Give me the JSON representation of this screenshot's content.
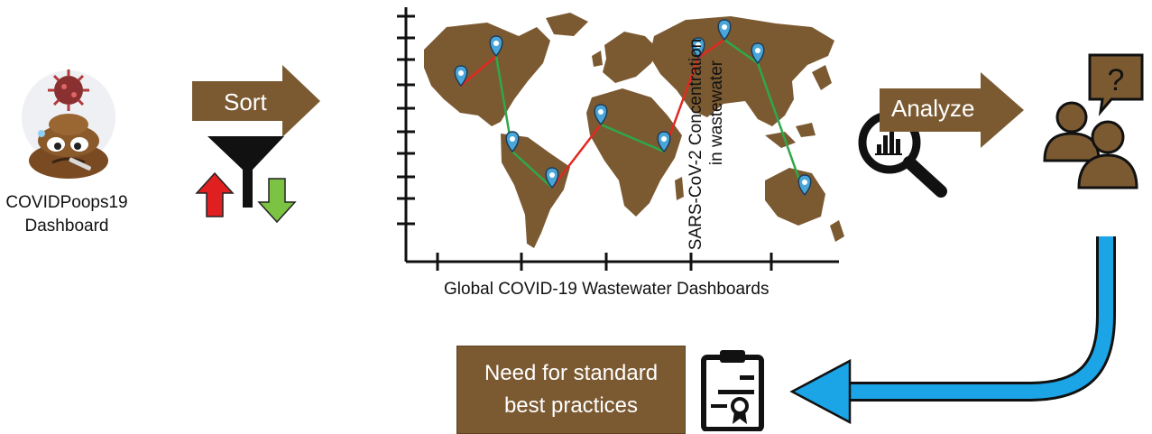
{
  "logo": {
    "name_line1": "COVIDPoops19",
    "name_line2": "Dashboard"
  },
  "sort_arrow": {
    "label": "Sort"
  },
  "chart": {
    "ylabel_line1": "SARS-CoV-2 Concentration",
    "ylabel_line2": "in wastewater",
    "xlabel": "Global COVID-19 Wastewater Dashboards"
  },
  "analyze_arrow": {
    "label": "Analyze"
  },
  "result_box": {
    "line1": "Need for standard",
    "line2": "best practices"
  },
  "colors": {
    "brown": "#7B5A32",
    "up_arrow": "#E02020",
    "down_arrow": "#7CC243",
    "line_up": "#E02A20",
    "line_down": "#2EA84A",
    "pin": "#4AA6D8",
    "loop_arrow": "#1BA4E6"
  },
  "icons": {
    "logo": "poop-emoji-with-virus-icon",
    "filter": "funnel-icon",
    "magnifier": "magnifying-glass-chart-icon",
    "people": "people-question-icon",
    "certificate": "clipboard-certificate-icon"
  }
}
